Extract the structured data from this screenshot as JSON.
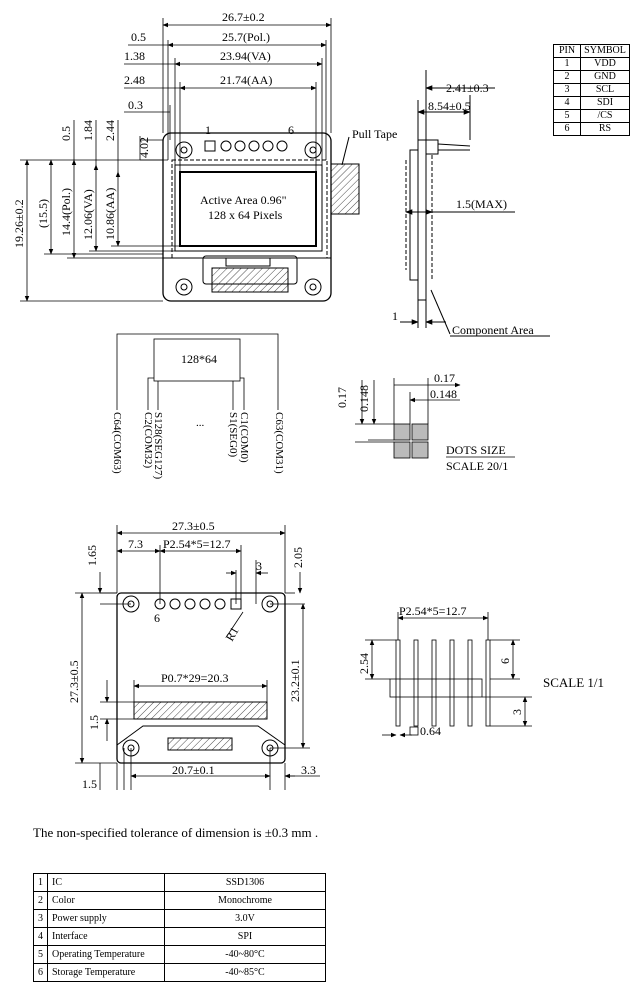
{
  "top": {
    "dims": {
      "total_width": "26.7±0.2",
      "pol_width": "25.7(Pol.)",
      "va_width": "23.94(VA)",
      "aa_width": "21.74(AA)",
      "d05": "0.5",
      "d138": "1.38",
      "d248": "2.48",
      "d03": "0.3",
      "total_height": "19.26±0.2",
      "h155": "(15.5)",
      "pol_height": "14.4(Pol.)",
      "va_height": "12.06(VA)",
      "aa_height": "10.86(AA)",
      "v05": "0.5",
      "v184": "1.84",
      "v244": "2.44",
      "v402": "4.02"
    },
    "pin1": "1",
    "pin6": "6",
    "active_area": "Active Area 0.96\"",
    "pixels": "128 x 64 Pixels",
    "pull_tape": "Pull Tape"
  },
  "side": {
    "d241": "2.41±0.3",
    "d854": "8.54±0.5",
    "max": "1.5(MAX)",
    "d1": "1",
    "component_area": "Component Area"
  },
  "pin_table": {
    "headers": [
      "PIN",
      "SYMBOL"
    ],
    "rows": [
      [
        "1",
        "VDD"
      ],
      [
        "2",
        "GND"
      ],
      [
        "3",
        "SCL"
      ],
      [
        "4",
        "SDI"
      ],
      [
        "5",
        "/CS"
      ],
      [
        "6",
        "RS"
      ]
    ]
  },
  "matrix": {
    "resolution": "128*64",
    "labels": [
      "C64(COM63)",
      "C2(COM32)",
      "S128(SEG127)",
      "...",
      "S1(SEG0)",
      "C1(COM0)",
      "C63(COM31)"
    ]
  },
  "dots": {
    "d017_h": "0.17",
    "d0148_h": "0.148",
    "d017_v": "0.17",
    "d0148_v": "0.148",
    "title": "DOTS SIZE",
    "scale": "SCALE 20/1"
  },
  "bottom": {
    "width": "27.3±0.5",
    "d73": "7.3",
    "pitch": "P2.54*5=12.7",
    "d3": "3",
    "d165": "1.65",
    "d205": "2.05",
    "height": "27.3±0.5",
    "d232": "23.2±0.1",
    "fpc_pitch": "P0.7*29=20.3",
    "d15a": "1.5",
    "d15b": "1.5",
    "d207": "20.7±0.1",
    "d33": "3.3",
    "r1": "R1",
    "pin6": "6"
  },
  "header_pins": {
    "pitch": "P2.54*5=12.7",
    "d254": "2.54",
    "d6": "6",
    "d3": "3",
    "pin_size": "0.64",
    "scale": "SCALE 1/1"
  },
  "tolerance_note": "The non-specified tolerance of dimension is ±0.3 mm .",
  "spec_table": [
    [
      "1",
      "IC",
      "SSD1306"
    ],
    [
      "2",
      "Color",
      "Monochrome"
    ],
    [
      "3",
      "Power supply",
      "3.0V"
    ],
    [
      "4",
      "Interface",
      "SPI"
    ],
    [
      "5",
      "Operating Temperature",
      "-40~80°C"
    ],
    [
      "6",
      "Storage Temperature",
      "-40~85°C"
    ]
  ]
}
